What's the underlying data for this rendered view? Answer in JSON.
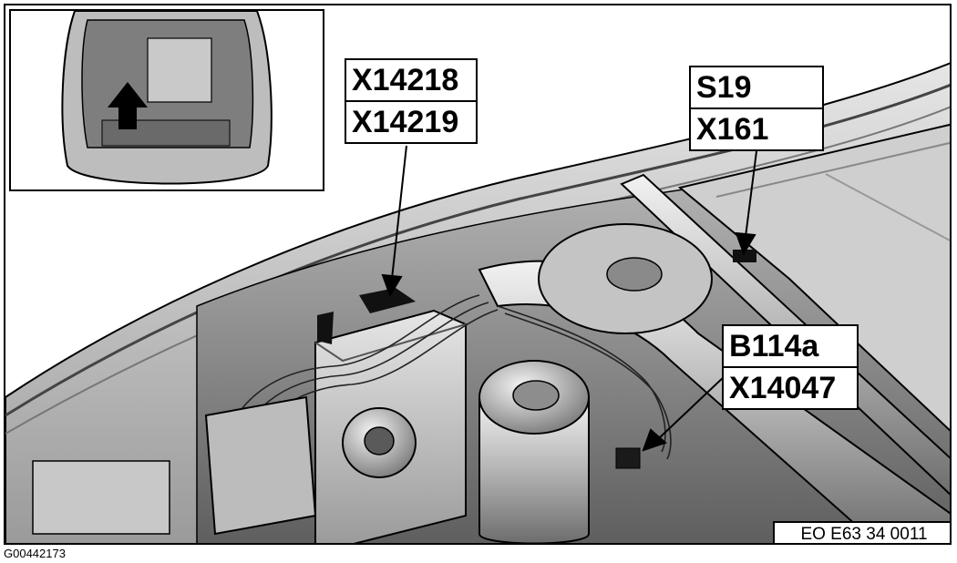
{
  "callouts": {
    "left": {
      "line1": "X14218",
      "line2": "X14219"
    },
    "right_top": {
      "line1": "S19",
      "line2": "X161"
    },
    "right_mid": {
      "line1": "B114a",
      "line2": "X14047"
    }
  },
  "eo_code": "EO E63 34 0011",
  "figure_id": "G00442173",
  "colors": {
    "line": "#000000",
    "metal_light": "#d8d8d8",
    "metal_mid": "#a8a8a8",
    "metal_dark": "#5a5a5a"
  },
  "icons": {
    "orientation_arrow": "arrow-up-icon"
  }
}
